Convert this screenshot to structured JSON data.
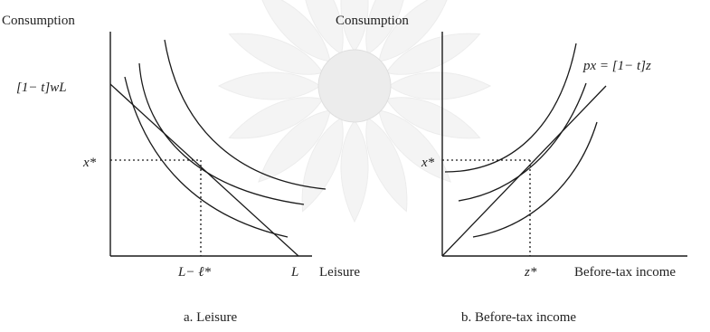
{
  "panel_a": {
    "y_axis_label": "Consumption",
    "x_axis_label": "Leisure",
    "budget_intercept_label": "[1− t]wL",
    "x_star_label": "x*",
    "leisure_opt_label": "L− ℓ*",
    "L_label": "L",
    "caption": "a. Leisure"
  },
  "panel_b": {
    "y_axis_label": "Consumption",
    "x_axis_label": "Before-tax income",
    "budget_equation_label": "px = [1− t]z",
    "x_star_label": "x*",
    "z_star_label": "z*",
    "caption": "b. Before-tax income"
  }
}
